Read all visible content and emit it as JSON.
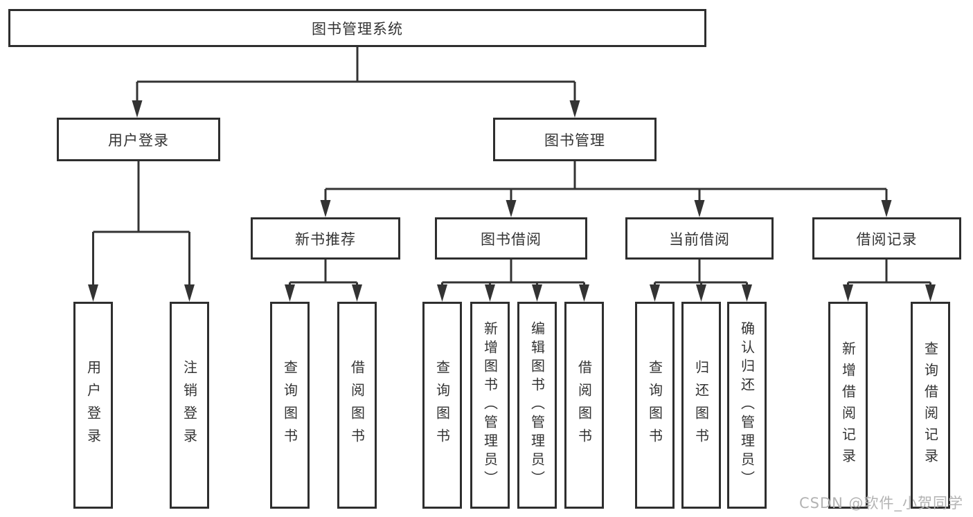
{
  "diagram": {
    "title": "图书管理系统",
    "branches": [
      {
        "label": "用户登录",
        "children": [
          "用户登录",
          "注销登录"
        ]
      },
      {
        "label": "图书管理",
        "sections": [
          {
            "label": "新书推荐",
            "children": [
              "查询图书",
              "借阅图书"
            ]
          },
          {
            "label": "图书借阅",
            "children": [
              "查询图书",
              "新增图书（管理员）",
              "编辑图书（管理员）",
              "借阅图书"
            ]
          },
          {
            "label": "当前借阅",
            "children": [
              "查询图书",
              "归还图书",
              "确认归还（管理员）"
            ]
          },
          {
            "label": "借阅记录",
            "children": [
              "新增借阅记录",
              "查询借阅记录"
            ]
          }
        ]
      }
    ]
  },
  "watermark": "CSDN @软件_小贺同学",
  "colors": {
    "line": "#333333",
    "box_border": "#2e2e2e",
    "box_fill": "#ffffff",
    "text": "#333333",
    "watermark": "#b3b3b3",
    "background": "#ffffff"
  }
}
